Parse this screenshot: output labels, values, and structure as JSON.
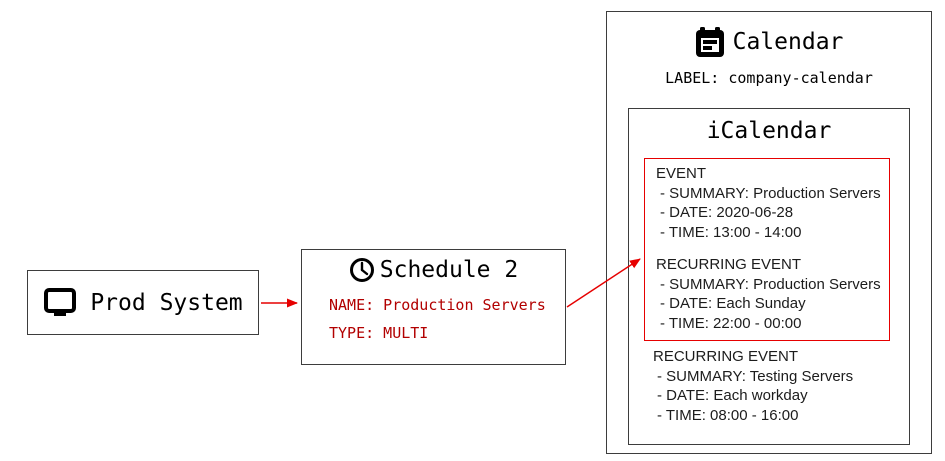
{
  "diagram": {
    "prod_system": {
      "title": "Prod System",
      "icon": "monitor-icon"
    },
    "schedule": {
      "title": "Schedule 2",
      "icon": "clock-icon",
      "name_line": "NAME: Production Servers",
      "type_line": "TYPE: MULTI"
    },
    "calendar": {
      "title": "Calendar",
      "icon": "calendar-icon",
      "label_line": "LABEL: company-calendar",
      "icalendar": {
        "title": "iCalendar",
        "highlighted_events": [
          {
            "type": "EVENT",
            "lines": [
              "- SUMMARY: Production Servers",
              "- DATE: 2020-06-28",
              "- TIME: 13:00 - 14:00"
            ]
          },
          {
            "type": "RECURRING EVENT",
            "lines": [
              "- SUMMARY: Production Servers",
              "- DATE: Each Sunday",
              "- TIME: 22:00 - 00:00"
            ]
          }
        ],
        "other_events": [
          {
            "type": "RECURRING EVENT",
            "lines": [
              "- SUMMARY: Testing Servers",
              "- DATE: Each workday",
              "- TIME: 08:00 - 16:00"
            ]
          }
        ]
      }
    },
    "colors": {
      "arrow_red": "#e60000",
      "highlight_border_red": "#e60000",
      "attribute_text_red": "#b20000",
      "node_border": "#3d3d3d",
      "text_black": "#000000"
    }
  }
}
